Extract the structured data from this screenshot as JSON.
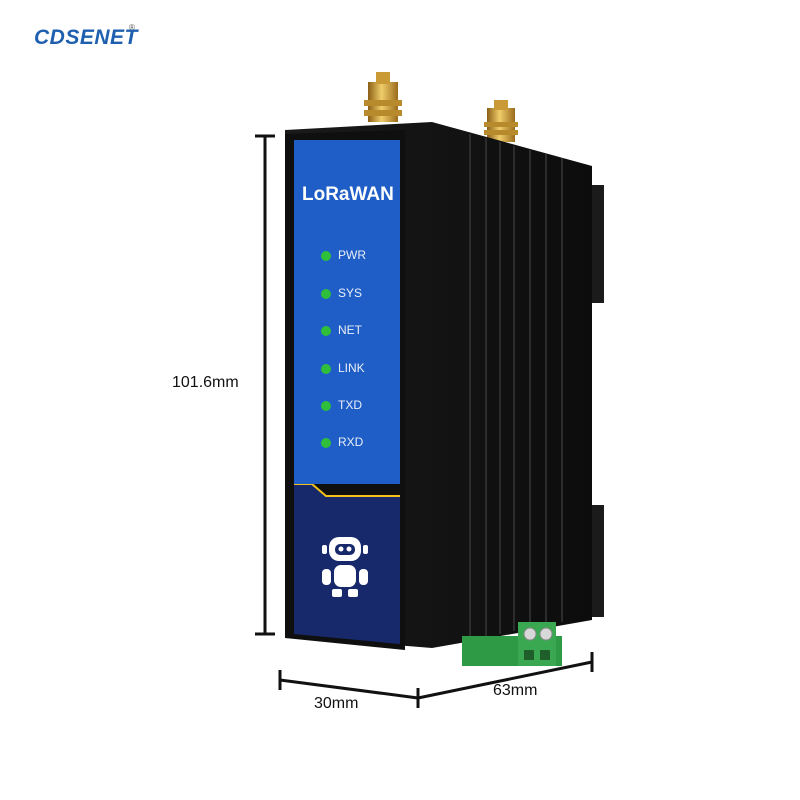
{
  "brand": {
    "logo_text": "CDSENET",
    "registered_mark": "®"
  },
  "device": {
    "panel_title": "LoRaWAN",
    "indicators": [
      {
        "label": "PWR",
        "color": "#2fbf3a"
      },
      {
        "label": "SYS",
        "color": "#2fbf3a"
      },
      {
        "label": "NET",
        "color": "#2fbf3a"
      },
      {
        "label": "LINK",
        "color": "#2fbf3a"
      },
      {
        "label": "TXD",
        "color": "#2fbf3a"
      },
      {
        "label": "RXD",
        "color": "#2fbf3a"
      }
    ],
    "colors": {
      "panel_blue": "#1f5ec6",
      "panel_dark": "#17296b",
      "accent_yellow": "#f2c21b",
      "body": "#121212",
      "terminal_green": "#2f9a45",
      "antenna_gold": "#d9a93a"
    }
  },
  "dimensions": {
    "height": "101.6mm",
    "width": "30mm",
    "depth": "63mm"
  }
}
